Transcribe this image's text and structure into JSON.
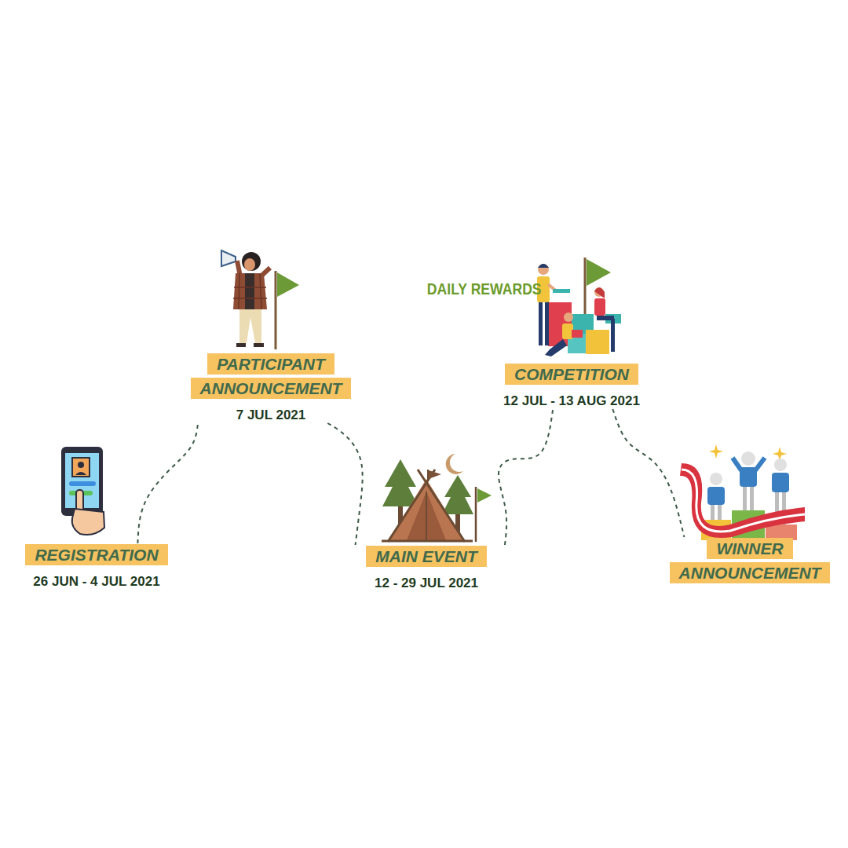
{
  "diagram": {
    "nodes": [
      {
        "text": [
          "REGISTRATION",
          "26 JUN - 4 JUL 2021"
        ]
      },
      {
        "text": [
          "PARTICIPANT ANNOUNCEMENT",
          "7 JUL 2021"
        ]
      },
      {
        "text": [
          "MAIN EVENT",
          "12 - 29 JUL 2021"
        ]
      },
      {
        "text": [
          "COMPETITION",
          "12 JUL - 13 AUG 2021"
        ]
      },
      {
        "text": [
          "WINNER ANNOUNCEMENT"
        ]
      }
    ],
    "edges": [
      {
        "from": 0,
        "to": 1,
        "arrow": "none"
      },
      {
        "from": 1,
        "to": 2,
        "arrow": "none"
      },
      {
        "from": 2,
        "to": 3,
        "arrow": "none"
      },
      {
        "from": 3,
        "to": 4,
        "arrow": "none"
      }
    ],
    "labels": [
      "DAILY REWARDS"
    ]
  }
}
